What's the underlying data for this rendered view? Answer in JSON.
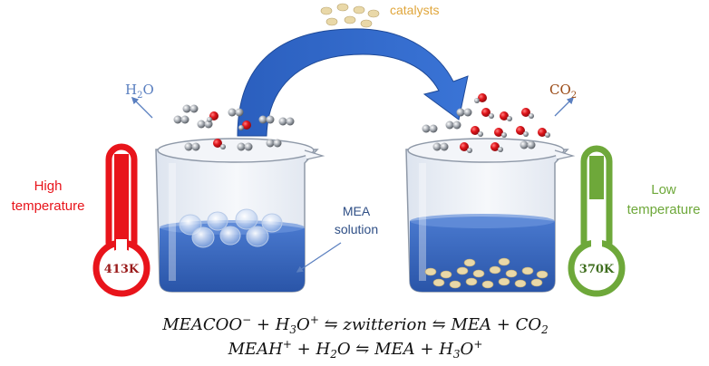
{
  "labels": {
    "catalysts": "catalysts",
    "h2o_base": "H",
    "h2o_sub": "2",
    "h2o_tail": "O",
    "co2_base": "CO",
    "co2_sub": "2",
    "high_line1": "High",
    "high_line2": "temperature",
    "low_line1": "Low",
    "low_line2": "temperature",
    "mea_line1": "MEA",
    "mea_line2": "solution",
    "temp_left": "413K",
    "temp_right": "370K"
  },
  "equations": {
    "eq1": {
      "p1": "MEACOO",
      "sup1": "−",
      "p2": " + H",
      "sub1": "3",
      "p3": "O",
      "sup2": "+",
      "p4": " ⇋ zwitterion ⇋ MEA + CO",
      "sub2": "2"
    },
    "eq2": {
      "p1": "MEAH",
      "sup1": "+",
      "p2": " + H",
      "sub1": "2",
      "p3": "O ⇋ MEA + H",
      "sub2": "3",
      "p4": "O",
      "sup2": "+"
    }
  },
  "colors": {
    "hot": "#e8141b",
    "cold": "#6ea83a",
    "solution": "#3563b8",
    "arrow": "#2f66c4",
    "catalyst": "#e9d8a8",
    "h2o_label": "#5a7fc0",
    "co2_label": "#9a4a16",
    "catalysts_label": "#e0a63c"
  }
}
